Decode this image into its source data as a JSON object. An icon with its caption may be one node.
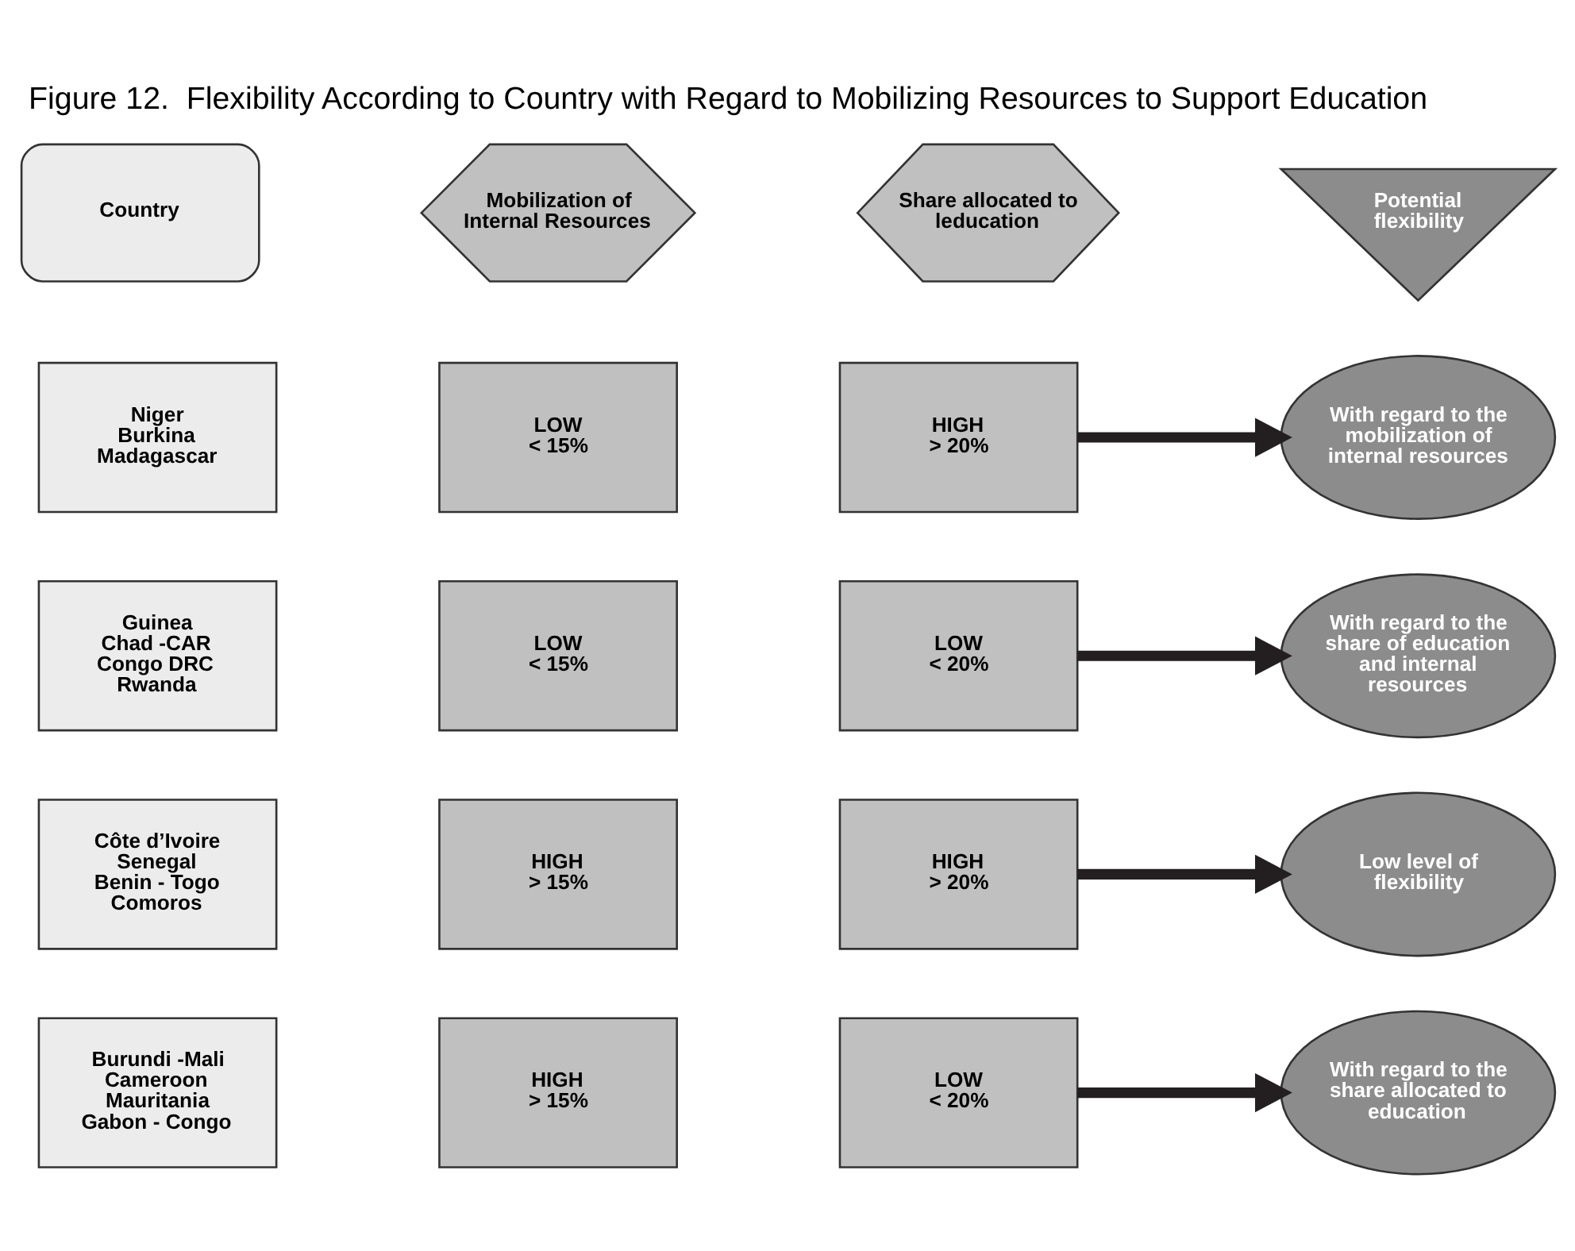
{
  "diagram": {
    "title": "Figure 12.  Flexibility According to Country with Regard to Mobilizing Resources to Support Education",
    "nodes": [
      {
        "text": [
          "Country"
        ]
      },
      {
        "text": [
          "Mobilization of Internal Resources"
        ]
      },
      {
        "text": [
          "Share allocated to leducation"
        ]
      },
      {
        "text": [
          "Potential flexibility"
        ]
      },
      {
        "text": [
          "Niger",
          "Burkina",
          "Madagascar"
        ]
      },
      {
        "text": [
          "LOW",
          "< 15%"
        ]
      },
      {
        "text": [
          "HIGH",
          "> 20%"
        ]
      },
      {
        "text": [
          "With regard to the mobilization of internal resources"
        ]
      },
      {
        "text": [
          "Guinea",
          "Chad -CAR",
          "Congo DRC",
          "Rwanda"
        ]
      },
      {
        "text": [
          "LOW",
          "< 15%"
        ]
      },
      {
        "text": [
          "LOW",
          "< 20%"
        ]
      },
      {
        "text": [
          "With regard to the share of education and internal resources"
        ]
      },
      {
        "text": [
          "Côte d’Ivoire",
          "Senegal",
          "Benin - Togo",
          "Comoros"
        ]
      },
      {
        "text": [
          "HIGH",
          "> 15%"
        ]
      },
      {
        "text": [
          "HIGH",
          "> 20%"
        ]
      },
      {
        "text": [
          "Low level of flexibility"
        ]
      },
      {
        "text": [
          "Burundi -Mali",
          "Cameroon",
          "Mauritania",
          "Gabon - Congo"
        ]
      },
      {
        "text": [
          "HIGH",
          "> 15%"
        ]
      },
      {
        "text": [
          "LOW",
          "< 20%"
        ]
      },
      {
        "text": [
          "With regard to the share allocated to education"
        ]
      }
    ],
    "edges": [
      {
        "from": 6,
        "to": 7,
        "arrow": "to"
      },
      {
        "from": 10,
        "to": 11,
        "arrow": "to"
      },
      {
        "from": 14,
        "to": 15,
        "arrow": "to"
      },
      {
        "from": 18,
        "to": 19,
        "arrow": "to"
      }
    ]
  }
}
